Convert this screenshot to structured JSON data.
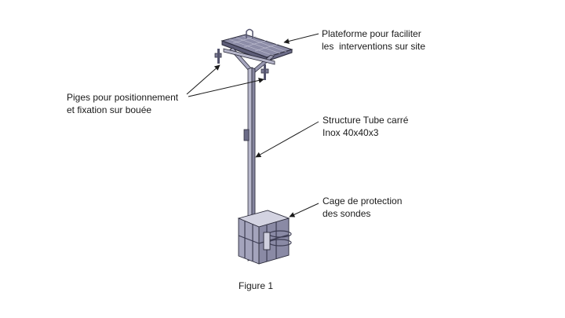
{
  "annotations": {
    "platform": [
      "Plateforme pour faciliter",
      "les  interventions sur site"
    ],
    "piges": [
      "Piges pour positionnement",
      "et fixation sur bouée"
    ],
    "tube": [
      "Structure Tube carré",
      "Inox 40x40x3"
    ],
    "cage": [
      "Cage de protection",
      "des sondes"
    ]
  },
  "caption": "Figure 1",
  "colors": {
    "metal_light": "#c9c9d9",
    "metal_mid": "#9a9ab2",
    "metal_dark": "#55556e",
    "outline": "#2b2b3a",
    "arrow": "#1a1a1a"
  }
}
